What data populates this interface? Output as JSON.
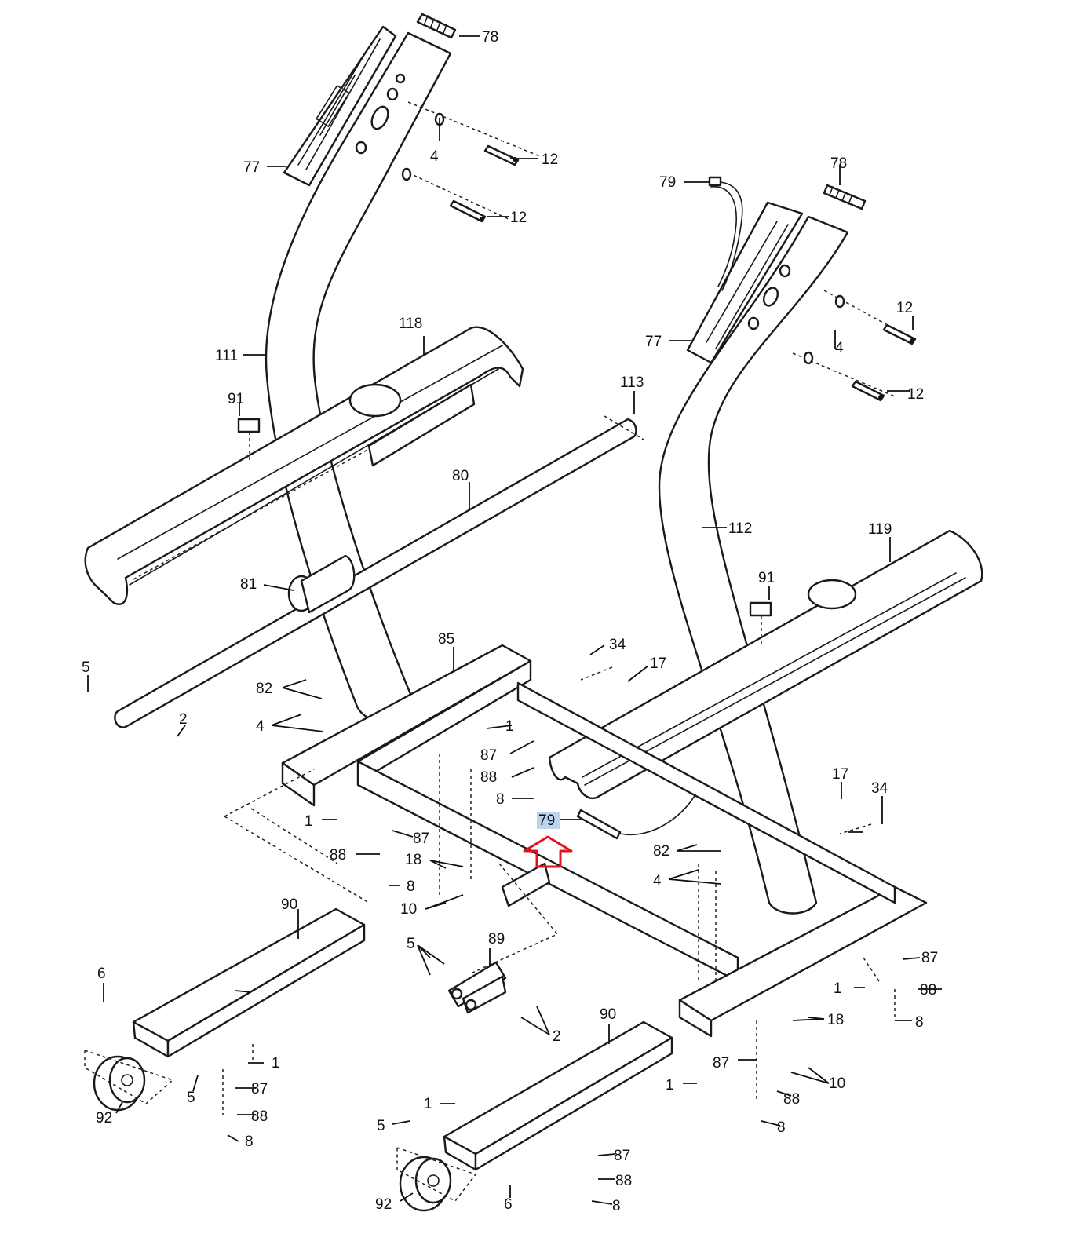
{
  "diagram": {
    "highlighted_callout": "79",
    "arrow_color": "#e0141e",
    "highlight_color": "#bcd4ee"
  },
  "callouts": {
    "c78a": "78",
    "c77a": "77",
    "c4a": "4",
    "c12a": "12",
    "c12b": "12",
    "c79a": "79",
    "c78b": "78",
    "c12c": "12",
    "c4b": "4",
    "c77b": "77",
    "c12d": "12",
    "c118": "118",
    "c111": "111",
    "c91a": "91",
    "c113": "113",
    "c80": "80",
    "c112": "112",
    "c119": "119",
    "c91b": "91",
    "c81": "81",
    "c85": "85",
    "c34a": "34",
    "c17a": "17",
    "c5a": "5",
    "c82a": "82",
    "c2a": "2",
    "c4c": "4",
    "c1a": "1",
    "c87a": "87",
    "c88a": "88",
    "c8a": "8",
    "c17b": "17",
    "c34b": "34",
    "c1b": "1",
    "c79b": "79",
    "c87b": "87",
    "c88b": "88",
    "c18a": "18",
    "c8b": "8",
    "c82b": "82",
    "c4d": "4",
    "c10a": "10",
    "c90a": "90",
    "c5b": "5",
    "c89": "89",
    "c87c": "87",
    "c6a": "6",
    "c1c": "1",
    "c88c": "88",
    "c18b": "18",
    "c8c": "8",
    "c2b": "2",
    "c90b": "90",
    "c87d": "87",
    "c10b": "10",
    "c1d": "1",
    "c88d": "88",
    "c92a": "92",
    "c5c": "5",
    "c87e": "87",
    "c88e": "88",
    "c8d": "8",
    "c1e": "1",
    "c5d": "5",
    "c8e": "8",
    "c87f": "87",
    "c88f": "88",
    "c92b": "92",
    "c6b": "6",
    "c8f": "8"
  }
}
